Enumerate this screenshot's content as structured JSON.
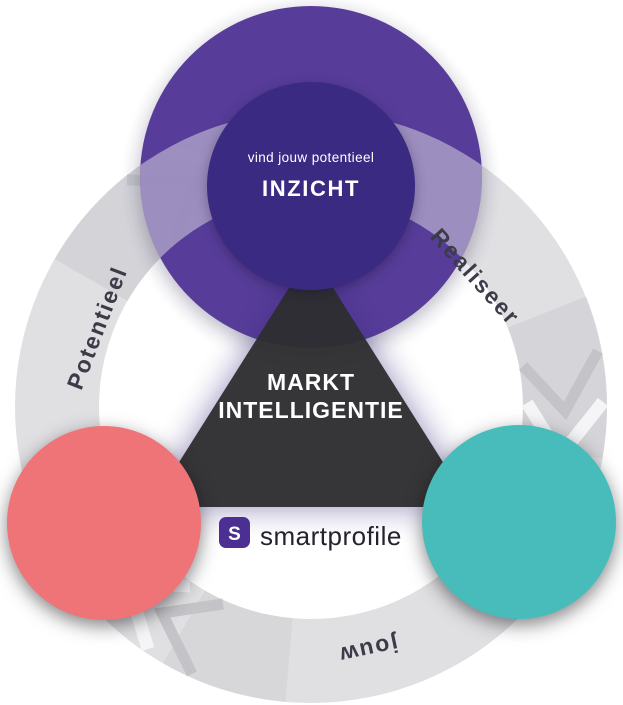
{
  "colors": {
    "purple_outer": "#4b2f92",
    "purple_inner": "#3b2a82",
    "red": "#ee7477",
    "teal": "#48bcba",
    "ring_gray": "#e0e0e3",
    "ring_dark": "#cfcfd4",
    "triangle": "#2e2e30",
    "label_text": "#3b3b49",
    "logo_text": "#23232f"
  },
  "circle_top": {
    "subtitle": "vind jouw potentieel",
    "title": "INZICHT"
  },
  "triangle": {
    "line1": "MARKT",
    "line2": "INTELLIGENTIE"
  },
  "ring": {
    "label_left": "Potentieel",
    "label_right": "Realiseer",
    "label_bottom": "jouw"
  },
  "logo": {
    "icon_letter": "S",
    "text": "smartprofile"
  }
}
